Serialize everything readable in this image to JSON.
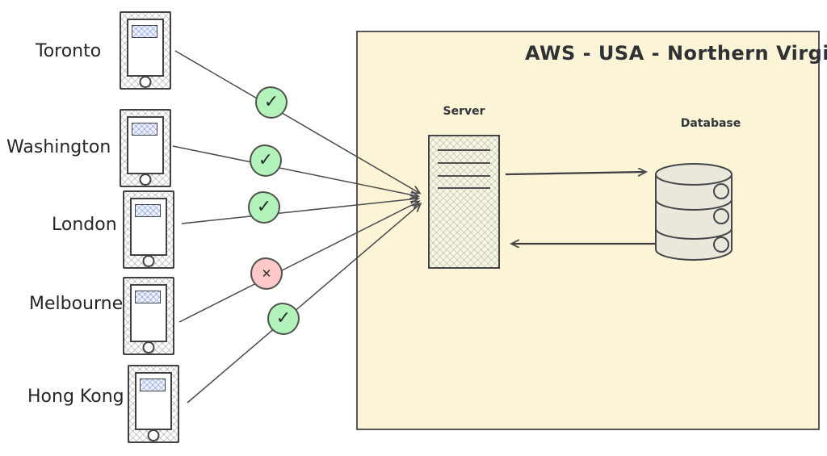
{
  "region": {
    "title": "AWS - USA - Northern Virginia",
    "fill": "#fcf4d6",
    "server_label": "Server",
    "database_label": "Database"
  },
  "colors": {
    "success_fill": "#b2f2bb",
    "fail_fill": "#ffc9c9",
    "stroke": "#494b4f"
  },
  "clients": [
    {
      "label": "Toronto",
      "status": "success",
      "badge_glyph": "✓"
    },
    {
      "label": "Washington",
      "status": "success",
      "badge_glyph": "✓"
    },
    {
      "label": "London",
      "status": "success",
      "badge_glyph": "✓"
    },
    {
      "label": "Melbourne",
      "status": "fail",
      "badge_glyph": "✕"
    },
    {
      "label": "Hong Kong",
      "status": "success",
      "badge_glyph": "✓"
    }
  ]
}
